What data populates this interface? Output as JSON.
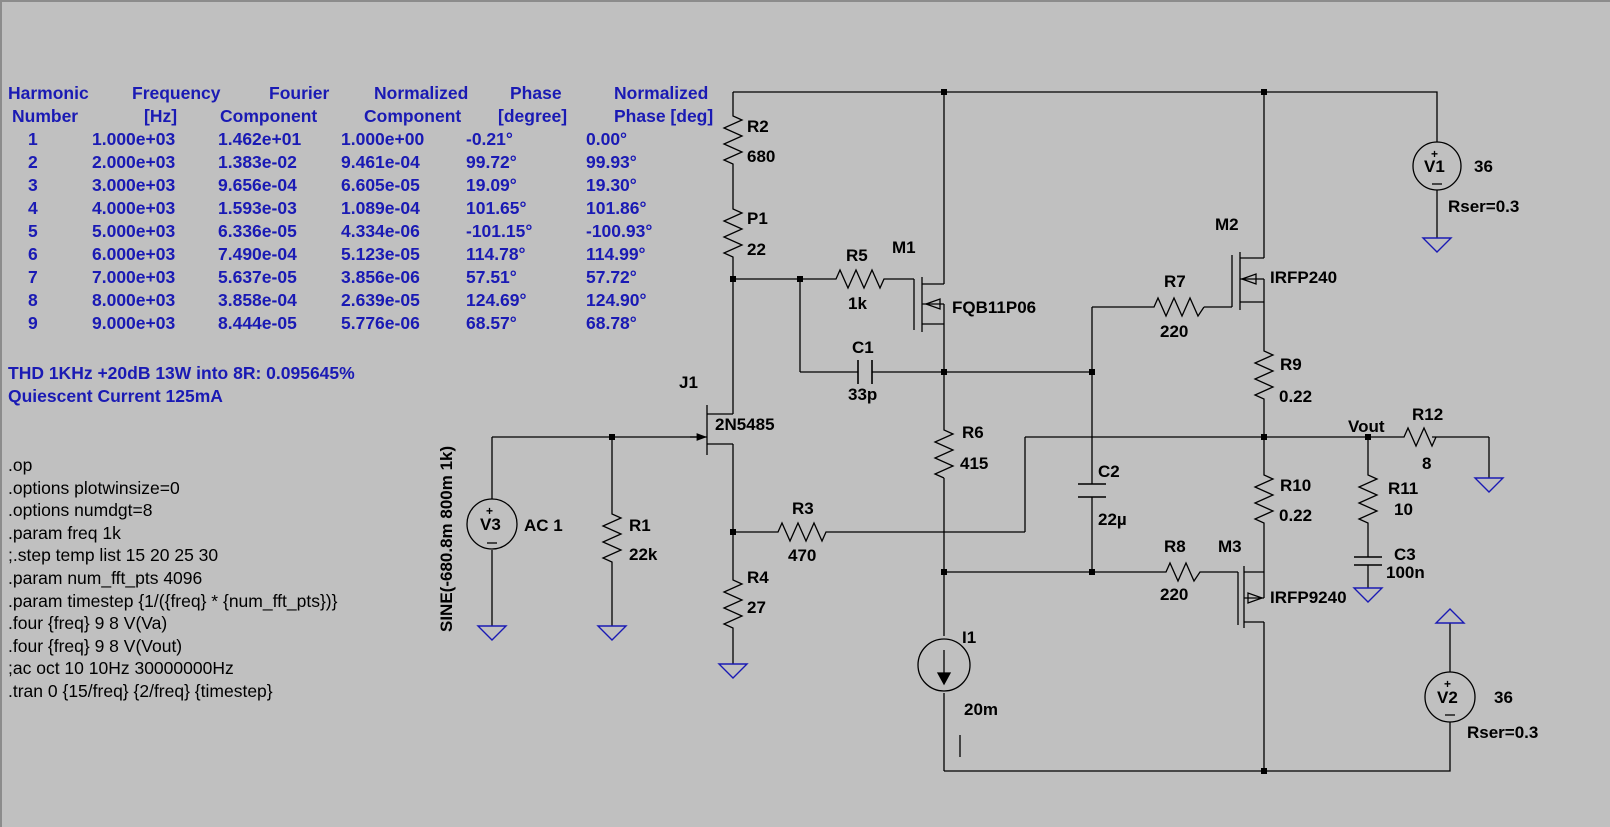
{
  "fourier": {
    "headers": [
      [
        "Harmonic",
        "Number"
      ],
      [
        "Frequency",
        "[Hz]"
      ],
      [
        "Fourier",
        "Component"
      ],
      [
        "Normalized",
        "Component"
      ],
      [
        "Phase",
        "[degree]"
      ],
      [
        "Normalized",
        "Phase [deg]"
      ]
    ],
    "rows": [
      [
        "1",
        "1.000e+03",
        "1.462e+01",
        "1.000e+00",
        "-0.21°",
        "0.00°"
      ],
      [
        "2",
        "2.000e+03",
        "1.383e-02",
        "9.461e-04",
        "99.72°",
        "99.93°"
      ],
      [
        "3",
        "3.000e+03",
        "9.656e-04",
        "6.605e-05",
        "19.09°",
        "19.30°"
      ],
      [
        "4",
        "4.000e+03",
        "1.593e-03",
        "1.089e-04",
        "101.65°",
        "101.86°"
      ],
      [
        "5",
        "5.000e+03",
        "6.336e-05",
        "4.334e-06",
        "-101.15°",
        "-100.93°"
      ],
      [
        "6",
        "6.000e+03",
        "7.490e-04",
        "5.123e-05",
        "114.78°",
        "114.99°"
      ],
      [
        "7",
        "7.000e+03",
        "5.637e-05",
        "3.856e-06",
        "57.51°",
        "57.72°"
      ],
      [
        "8",
        "8.000e+03",
        "3.858e-04",
        "2.639e-05",
        "124.69°",
        "124.90°"
      ],
      [
        "9",
        "9.000e+03",
        "8.444e-05",
        "5.776e-06",
        "68.57°",
        "68.78°"
      ]
    ]
  },
  "notes": {
    "thd": "THD 1KHz +20dB 13W into 8R: 0.095645%",
    "quiescent": "Quiescent Current 125mA"
  },
  "directives": [
    ".op",
    ".options plotwinsize=0",
    ".options numdgt=8",
    ".param freq 1k",
    ";.step temp list 15 20 25 30",
    ".param num_fft_pts 4096",
    ".param timestep {1/({freq} * {num_fft_pts})}",
    ".four {freq} 9 8 V(Va)",
    ".four {freq} 9 8 V(Vout)",
    ";ac oct 10 10Hz 30000000Hz",
    ".tran 0 {15/freq} {2/freq} {timestep}"
  ],
  "components": {
    "R2": {
      "ref": "R2",
      "value": "680"
    },
    "P1": {
      "ref": "P1",
      "value": "22"
    },
    "R5": {
      "ref": "R5",
      "value": "1k"
    },
    "M1": {
      "ref": "M1",
      "value": "FQB11P06"
    },
    "C1": {
      "ref": "C1",
      "value": "33p"
    },
    "J1": {
      "ref": "J1",
      "value": "2N5485"
    },
    "R6": {
      "ref": "R6",
      "value": "415"
    },
    "C2": {
      "ref": "C2",
      "value": "22µ"
    },
    "R3": {
      "ref": "R3",
      "value": "470"
    },
    "R4": {
      "ref": "R4",
      "value": "27"
    },
    "R1": {
      "ref": "R1",
      "value": "22k"
    },
    "V3": {
      "ref": "V3",
      "value": "AC 1",
      "source": "SINE(-680.8m 800m 1k)"
    },
    "I1": {
      "ref": "I1",
      "value": "20m"
    },
    "R7": {
      "ref": "R7",
      "value": "220"
    },
    "M2": {
      "ref": "M2",
      "value": "IRFP240"
    },
    "R9": {
      "ref": "R9",
      "value": "0.22"
    },
    "R10": {
      "ref": "R10",
      "value": "0.22"
    },
    "R8": {
      "ref": "R8",
      "value": "220"
    },
    "M3": {
      "ref": "M3",
      "value": "IRFP9240"
    },
    "R12": {
      "ref": "R12",
      "value": "8"
    },
    "R11": {
      "ref": "R11",
      "value": "10"
    },
    "C3": {
      "ref": "C3",
      "value": "100n"
    },
    "V1": {
      "ref": "V1",
      "value": "36",
      "rser": "Rser=0.3"
    },
    "V2": {
      "ref": "V2",
      "value": "36",
      "rser": "Rser=0.3"
    }
  },
  "nets": {
    "vout": "Vout"
  },
  "colors": {
    "background": "#c0c0c0",
    "table_text": "#1a1ab4",
    "wire": "#000000",
    "ground": "#1a1ab4"
  }
}
